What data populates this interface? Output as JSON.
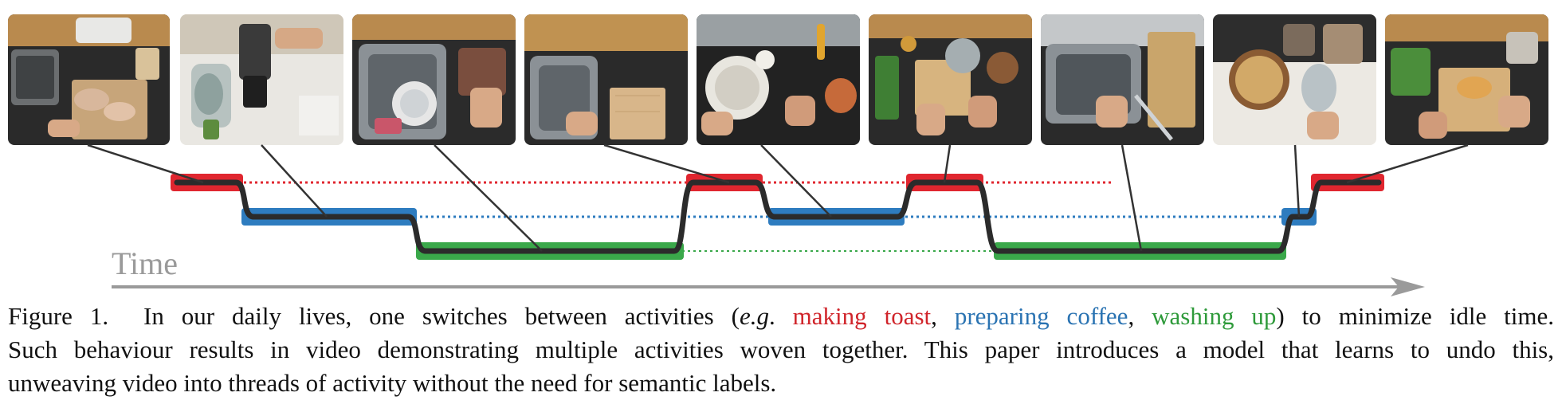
{
  "figure": {
    "time_label": "Time",
    "colors": {
      "making_toast": "#e0262f",
      "preparing_coffee": "#2e7cbf",
      "washing_up": "#3aa84a",
      "path": "#2b2b2b",
      "connector": "#333333",
      "time_axis": "#9a9a9a"
    },
    "frames": [
      {
        "scene": "toast-prep",
        "activity": "making_toast"
      },
      {
        "scene": "coffee-grinder",
        "activity": "preparing_coffee"
      },
      {
        "scene": "sink-wash",
        "activity": "washing_up"
      },
      {
        "scene": "cutting-board",
        "activity": "making_toast"
      },
      {
        "scene": "kettle",
        "activity": "preparing_coffee"
      },
      {
        "scene": "bread-knife",
        "activity": "making_toast"
      },
      {
        "scene": "sink-knife",
        "activity": "washing_up"
      },
      {
        "scene": "pour-over",
        "activity": "preparing_coffee"
      },
      {
        "scene": "toast-plate",
        "activity": "making_toast"
      }
    ],
    "timeline": [
      {
        "activity": "making_toast"
      },
      {
        "activity": "preparing_coffee"
      },
      {
        "activity": "washing_up"
      },
      {
        "activity": "making_toast"
      },
      {
        "activity": "preparing_coffee"
      },
      {
        "activity": "making_toast"
      },
      {
        "activity": "washing_up"
      },
      {
        "activity": "preparing_coffee"
      },
      {
        "activity": "making_toast"
      }
    ]
  },
  "caption": {
    "label": "Figure 1.",
    "l1_a": "In our daily lives, one switches between activities (",
    "l1_eg": "e.g",
    "l1_dot": ". ",
    "act1": "making toast",
    "comma1": ", ",
    "act2": "preparing coffee",
    "comma2": ", ",
    "act3": "washing up",
    "l1_b": ") to minimize idle time.",
    "line2": "Such behaviour results in video demonstrating multiple activities woven together. This paper introduces a model that learns to undo this,",
    "line3": "unweaving video into threads of activity without the need for semantic labels."
  }
}
